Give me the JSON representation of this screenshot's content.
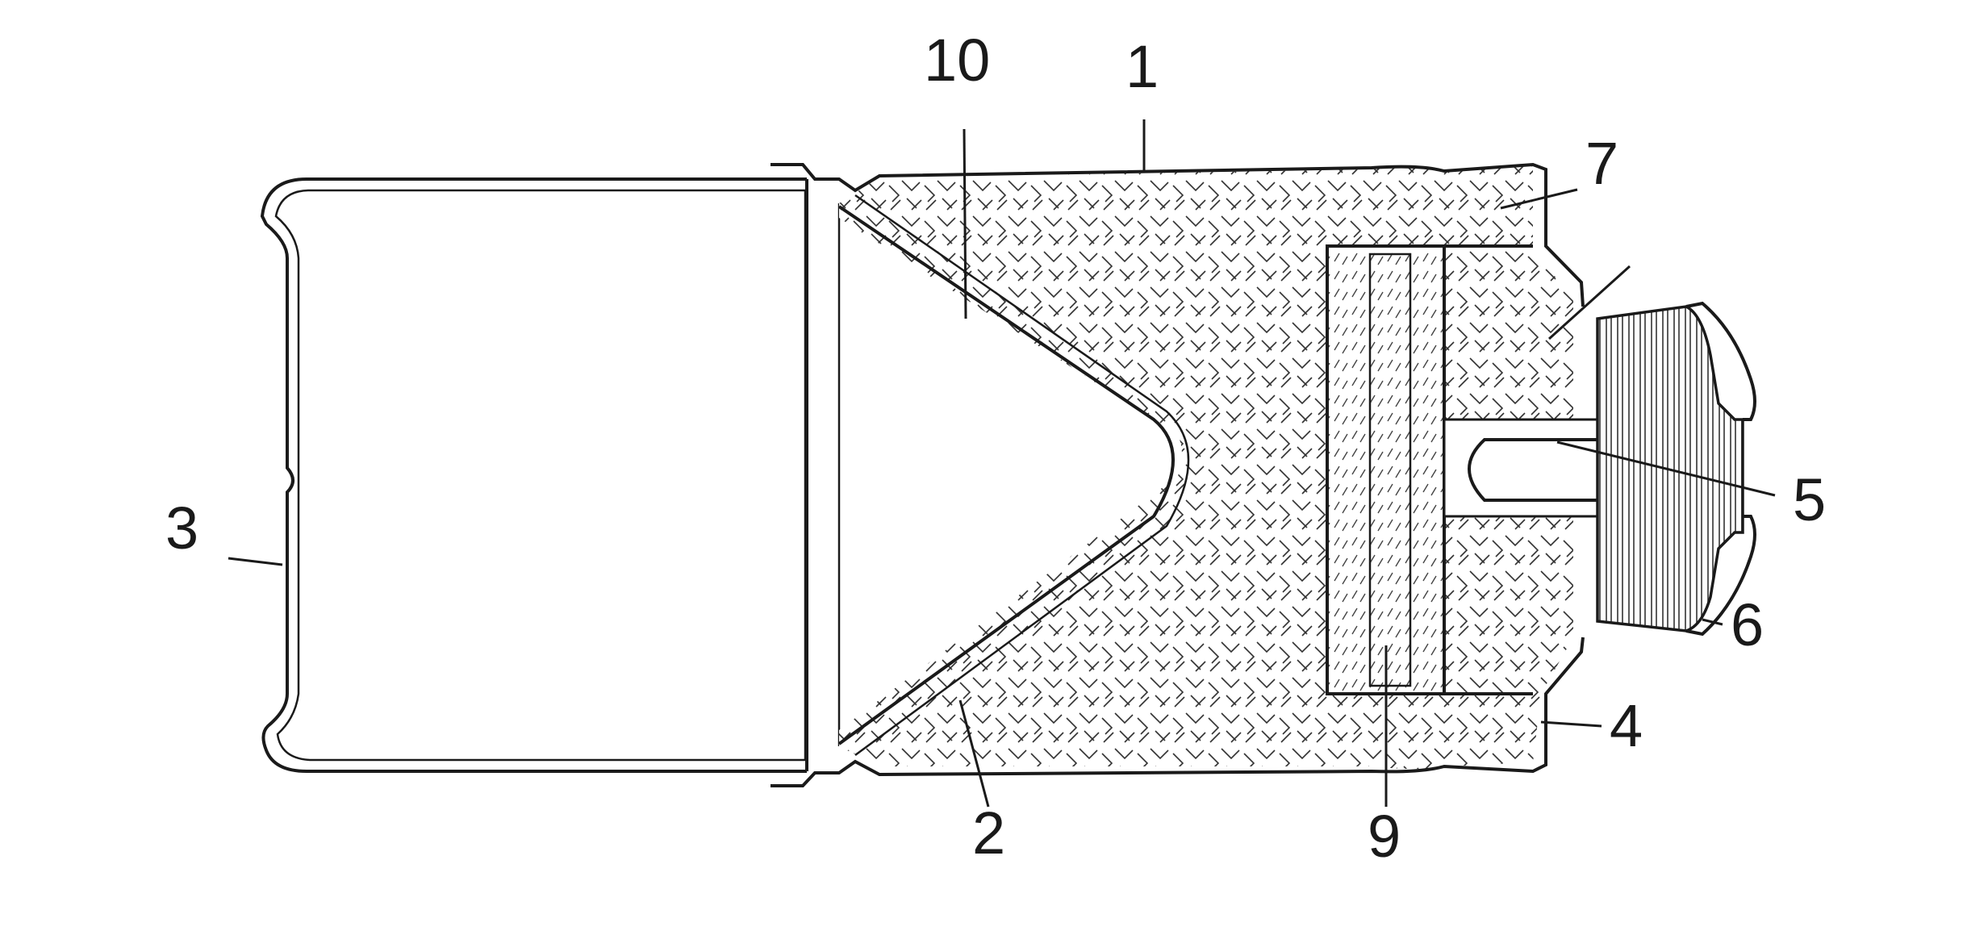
{
  "figure": {
    "labels": {
      "l1": "1",
      "l2": "2",
      "l3": "3",
      "l4": "4",
      "l5": "5",
      "l6": "6",
      "l7": "7",
      "l9": "9",
      "l10": "10"
    }
  }
}
